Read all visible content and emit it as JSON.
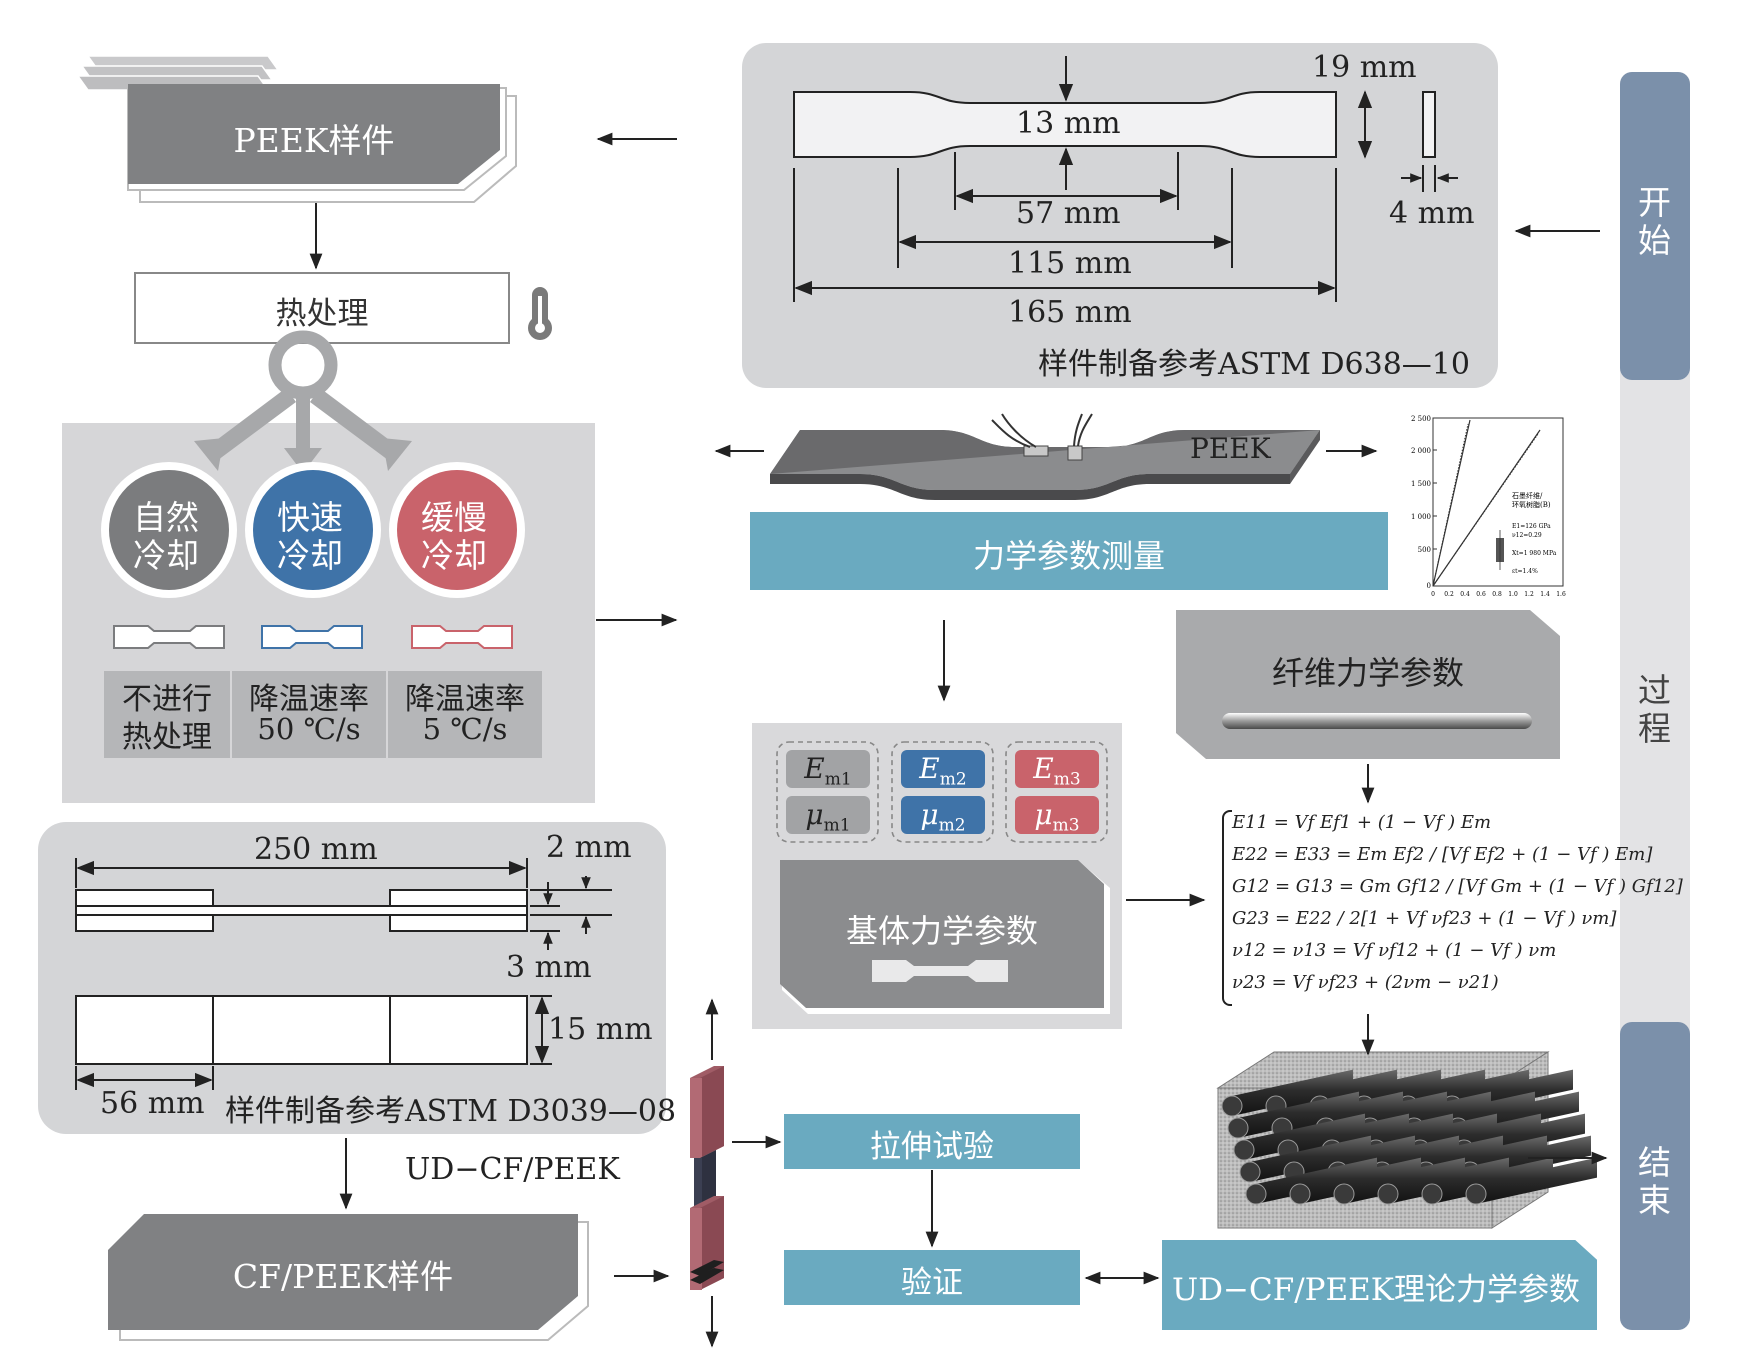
{
  "colors": {
    "panel_gray": "#d4d5d7",
    "dark_gray": "#808183",
    "teal": "#6aaac0",
    "blue": "#3f73a8",
    "red": "#c9636b",
    "sidebar": "#7b90aa"
  },
  "peek_specimen": {
    "label": "PEEK样件",
    "dims": {
      "grip_width": "19 mm",
      "gauge_width": "13 mm",
      "thickness": "4 mm",
      "gauge_length": "57 mm",
      "fillet_span": "115 mm",
      "total_length": "165 mm"
    },
    "standard": "样件制备参考ASTM D638—10"
  },
  "heat_treatment": {
    "label": "热处理",
    "options": [
      {
        "line1": "自然",
        "line2": "冷却",
        "desc1": "不进行",
        "desc2": "热处理",
        "color": "#7b7c7e"
      },
      {
        "line1": "快速",
        "line2": "冷却",
        "desc1": "降温速率",
        "desc2": "50 ℃/s",
        "color": "#3f73a8"
      },
      {
        "line1": "缓慢",
        "line2": "冷却",
        "desc1": "降温速率",
        "desc2": "5 ℃/s",
        "color": "#c9636b"
      }
    ]
  },
  "measurement": {
    "specimen_label": "PEEK",
    "label": "力学参数测量",
    "inset_chart": {
      "y_ticks": [
        "2 500",
        "2 000",
        "1 500",
        "1 000",
        "500",
        "0"
      ],
      "x_ticks": [
        "0",
        "0.2",
        "0.4",
        "0.6",
        "0.8",
        "1.0",
        "1.2",
        "1.4",
        "1.6"
      ],
      "legend": [
        "石墨纤维/",
        "环氧树脂(B)",
        "E1=126 GPa",
        "ν12=0.29",
        "Xt=1 980 MPa",
        "εt=1.4%"
      ]
    }
  },
  "matrix_params": {
    "label": "基体力学参数",
    "groups": [
      {
        "E": "E",
        "E_sub": "m1",
        "mu": "μ",
        "mu_sub": "m1",
        "color": "#a2a3a5"
      },
      {
        "E": "E",
        "E_sub": "m2",
        "mu": "μ",
        "mu_sub": "m2",
        "color": "#3f73a8"
      },
      {
        "E": "E",
        "E_sub": "m3",
        "mu": "μ",
        "mu_sub": "m3",
        "color": "#c9636b"
      }
    ]
  },
  "fiber_params": {
    "label": "纤维力学参数"
  },
  "equations": [
    "E11 = Vf Ef1 + (1 − Vf ) Em",
    "E22 = E33 = Em Ef2 / [Vf Ef2 + (1 − Vf ) Em]",
    "G12 = G13 = Gm Gf12 / [Vf Gm + (1 − Vf ) Gf12]",
    "G23 = E22 / 2[1 + Vf νf23 + (1 − Vf ) νm]",
    "ν12 = ν13 = Vf νf12 + (1 − Vf ) νm",
    "ν23 = Vf νf23 + (2νm − ν21)"
  ],
  "cf_specimen": {
    "dims": {
      "length": "250 mm",
      "tab_thickness": "2 mm",
      "thickness": "3 mm",
      "width": "15 mm",
      "tab_length": "56 mm"
    },
    "standard": "样件制备参考ASTM D3039—08",
    "ud_label": "UD−CF/PEEK",
    "label": "CF/PEEK样件"
  },
  "tests": {
    "tensile": "拉伸试验",
    "verify": "验证"
  },
  "result": {
    "label": "UD−CF/PEEK理论力学参数"
  },
  "sidebar": {
    "start": {
      "c1": "开",
      "c2": "始"
    },
    "process": {
      "c1": "过",
      "c2": "程"
    },
    "end": {
      "c1": "结",
      "c2": "束"
    }
  }
}
